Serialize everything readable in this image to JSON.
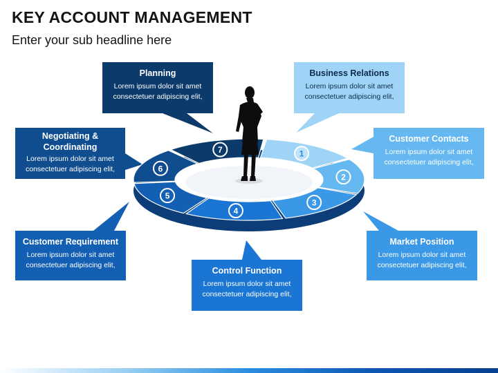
{
  "title": "KEY ACCOUNT MANAGEMENT",
  "subtitle": "Enter your sub headline here",
  "body_line1": "Lorem ipsum dolor sit amet",
  "body_line2": "consectetuer adipiscing elit,",
  "steps": [
    {
      "number": "1",
      "label": "Business Relations",
      "color": "#9fd4f6"
    },
    {
      "number": "2",
      "label": "Customer Contacts",
      "color": "#66b8f0"
    },
    {
      "number": "3",
      "label": "Market Position",
      "color": "#3a98e6"
    },
    {
      "number": "4",
      "label": "Control Function",
      "color": "#1a76d2"
    },
    {
      "number": "5",
      "label": "Customer Requirement",
      "color": "#135fb4"
    },
    {
      "number": "6",
      "label": "Negotiating & Coordinating",
      "color": "#0f4d8f"
    },
    {
      "number": "7",
      "label": "Planning",
      "color": "#0b3a6b"
    }
  ],
  "colors": {
    "title_text": "#141414",
    "figure": "#0d0d0d"
  }
}
